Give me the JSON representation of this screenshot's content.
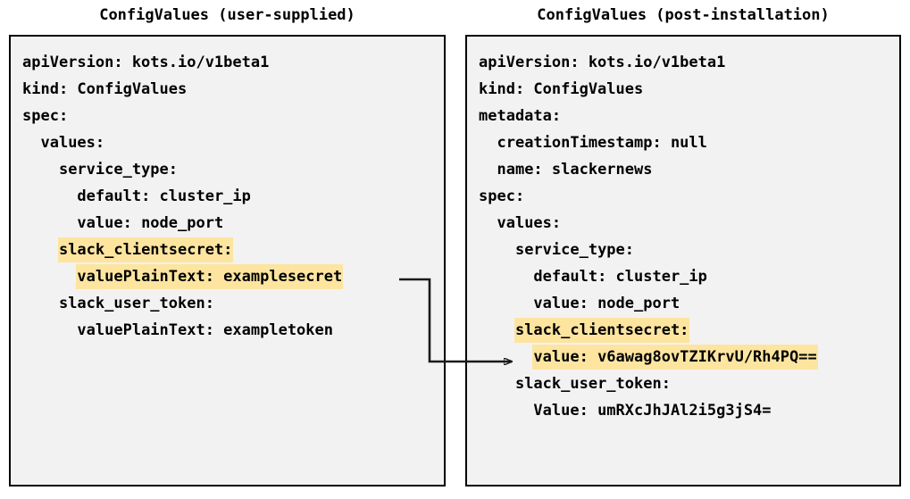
{
  "panels": [
    {
      "title": "ConfigValues (user-supplied)",
      "lines": [
        {
          "text": "apiVersion: kots.io/v1beta1",
          "highlight": false
        },
        {
          "text": "kind: ConfigValues",
          "highlight": false
        },
        {
          "text": "spec:",
          "highlight": false
        },
        {
          "text": "  values:",
          "highlight": false
        },
        {
          "text": "    service_type:",
          "highlight": false
        },
        {
          "text": "      default: cluster_ip",
          "highlight": false
        },
        {
          "text": "      value: node_port",
          "highlight": false
        },
        {
          "text": "    slack_clientsecret:",
          "highlight": true
        },
        {
          "text": "      valuePlainText: examplesecret",
          "highlight": true
        },
        {
          "text": "    slack_user_token:",
          "highlight": false
        },
        {
          "text": "      valuePlainText: exampletoken",
          "highlight": false
        }
      ]
    },
    {
      "title": "ConfigValues (post-installation)",
      "lines": [
        {
          "text": "apiVersion: kots.io/v1beta1",
          "highlight": false
        },
        {
          "text": "kind: ConfigValues",
          "highlight": false
        },
        {
          "text": "metadata:",
          "highlight": false
        },
        {
          "text": "  creationTimestamp: null",
          "highlight": false
        },
        {
          "text": "  name: slackernews",
          "highlight": false
        },
        {
          "text": "spec:",
          "highlight": false
        },
        {
          "text": "  values:",
          "highlight": false
        },
        {
          "text": "    service_type:",
          "highlight": false
        },
        {
          "text": "      default: cluster_ip",
          "highlight": false
        },
        {
          "text": "      value: node_port",
          "highlight": false
        },
        {
          "text": "    slack_clientsecret:",
          "highlight": true
        },
        {
          "text": "      value: v6awag8ovTZIKrvU/Rh4PQ==",
          "highlight": true
        },
        {
          "text": "    slack_user_token:",
          "highlight": false
        },
        {
          "text": "      Value: umRXcJhJAl2i5g3jS4=",
          "highlight": false
        }
      ]
    }
  ],
  "connector": {
    "label": "encrypted-value-mapping-arrow"
  },
  "colors": {
    "highlight": "#fde5a0",
    "panel_background": "#f2f2f2",
    "panel_border": "#000000",
    "text": "#000000",
    "page_background": "#ffffff"
  }
}
